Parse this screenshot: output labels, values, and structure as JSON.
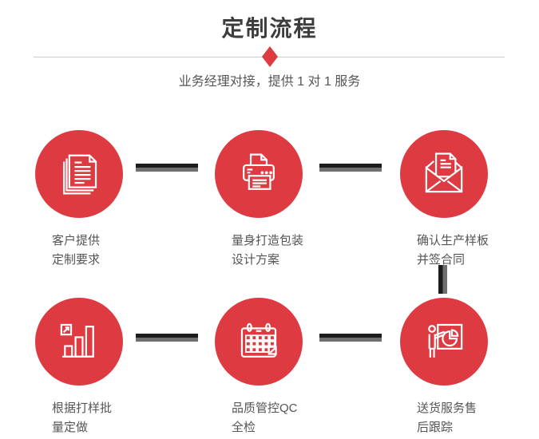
{
  "header": {
    "title": "定制流程",
    "subtitle": "业务经理对接，提供 1 对 1 服务"
  },
  "colors": {
    "accent_red": "#de3a41",
    "connector_dark": "#1c1c1c",
    "connector_gray": "#6f6f6f",
    "title_text": "#3d3d3d",
    "body_text": "#555555",
    "divider_line": "#cccccc"
  },
  "steps": [
    {
      "id": 1,
      "icon": "documents-icon",
      "lines": [
        "客户提供",
        "定制要求"
      ]
    },
    {
      "id": 2,
      "icon": "printer-icon",
      "lines": [
        "量身打造包装",
        "设计方案"
      ]
    },
    {
      "id": 3,
      "icon": "envelope-icon",
      "lines": [
        "确认生产样板",
        "并签合同"
      ]
    },
    {
      "id": 4,
      "icon": "bar-chart-icon",
      "lines": [
        "根据打样批",
        "量定做"
      ]
    },
    {
      "id": 5,
      "icon": "calendar-icon",
      "lines": [
        "品质管控QC",
        "全检"
      ]
    },
    {
      "id": 6,
      "icon": "presenter-icon",
      "lines": [
        "送货服务售",
        "后跟踪"
      ]
    }
  ]
}
